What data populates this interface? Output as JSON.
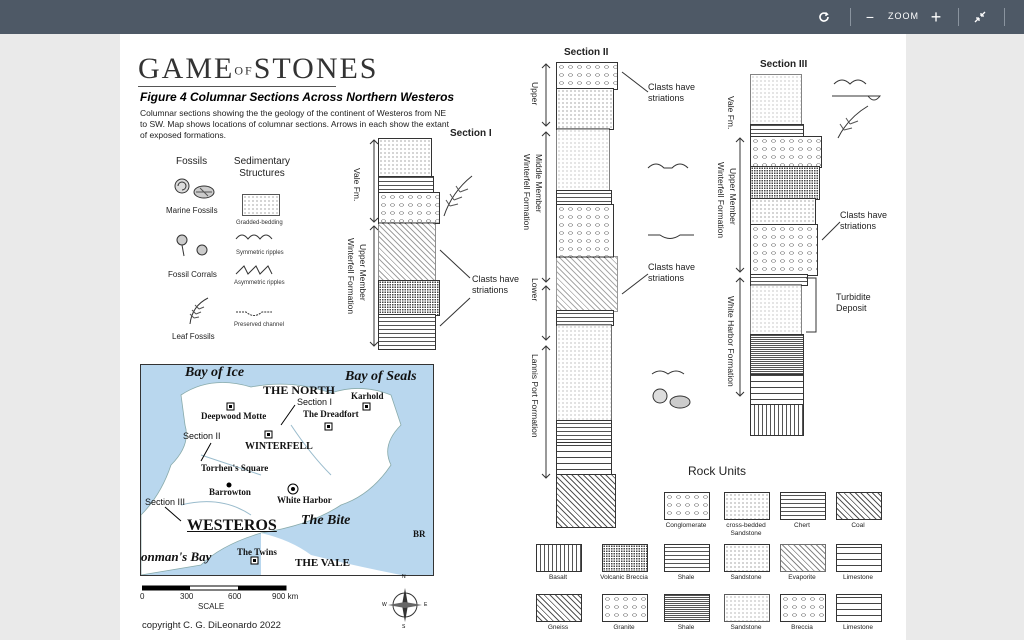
{
  "toolbar": {
    "refresh_icon": "refresh-icon",
    "zoom_out": "−",
    "zoom_label": "ZOOM",
    "zoom_in": "+",
    "collapse_icon": "collapse-icon"
  },
  "document": {
    "logo": {
      "part1": "GAME",
      "part2": "OF",
      "part3": "STONES"
    },
    "figure_title": "Figure 4  Columnar Sections Across Northern Westeros",
    "description": "Columnar sections showing the the geology of the continent of Westeros from NE to SW. Map shows locations of columnar sections. Arrows in each show the extant of exposed formations.",
    "legend": {
      "fossils_header": "Fossils",
      "structures_header": "Sedimentary Structures",
      "marine": "Marine Fossils",
      "corals": "Fossil Corrals",
      "leaf": "Leaf Fossils",
      "graded": "Gradded-bedding",
      "symmetric": "Symmetric ripples",
      "asymmetric": "Asymmetric ripples",
      "channel": "Preserved channel"
    },
    "section1": {
      "title": "Section I",
      "vale": "Vale Fm.",
      "upper_member": "Upper Member",
      "winterfell": "Winterfell Formation",
      "clasts": "Clasts have striations"
    },
    "section2": {
      "title": "Section II",
      "upper": "Upper",
      "middle_member": "Middle Member",
      "winterfell": "Winterfell Formation",
      "lower": "Lower",
      "lannis": "Lannis Port Formation",
      "clasts1": "Clasts have striations",
      "clasts2": "Clasts have striations"
    },
    "section3": {
      "title": "Section III",
      "vale": "Vale Fm.",
      "upper_member": "Upper Member",
      "winterfell": "Winterfell Formation",
      "white_harbor": "White Harbor Formation",
      "clasts": "Clasts have striations",
      "turbidite": "Turbidite Deposit"
    },
    "map": {
      "bay_ice": "Bay of Ice",
      "bay_seals": "Bay of Seals",
      "the_north": "THE NORTH",
      "section1": "Section I",
      "karhold": "Karhold",
      "deepwood": "Deepwood Motte",
      "dreadfort": "The Dreadfort",
      "section2": "Section II",
      "winterfell": "WINTERFELL",
      "torrhen": "Torrhen's Square",
      "barrowton": "Barrowton",
      "white_harbor": "White Harbor",
      "section3": "Section III",
      "westeros": "WESTEROS",
      "the_bite": "The Bite",
      "br": "BR",
      "ironman": "onman's Bay",
      "twins": "The Twins",
      "the_vale": "THE VALE"
    },
    "scale": {
      "t0": "0",
      "t1": "300",
      "t2": "600",
      "t3": "900 km",
      "label": "SCALE"
    },
    "compass": {
      "n": "N",
      "s": "S",
      "e": "E",
      "w": "W"
    },
    "copyright": "copyright C. G. DiLeonardo 2022",
    "rock_units": {
      "title": "Rock Units",
      "row1": [
        "Conglomerate",
        "cross-bedded Sandstone",
        "Chert",
        "Coal"
      ],
      "row2": [
        "Basalt",
        "Volcanic Breccia",
        "Shale",
        "Sandstone",
        "Evaporite",
        "Limestone"
      ],
      "row3": [
        "Gneiss",
        "Granite",
        "Shale",
        "Sandstone",
        "Breccia",
        "Limestone"
      ]
    }
  }
}
